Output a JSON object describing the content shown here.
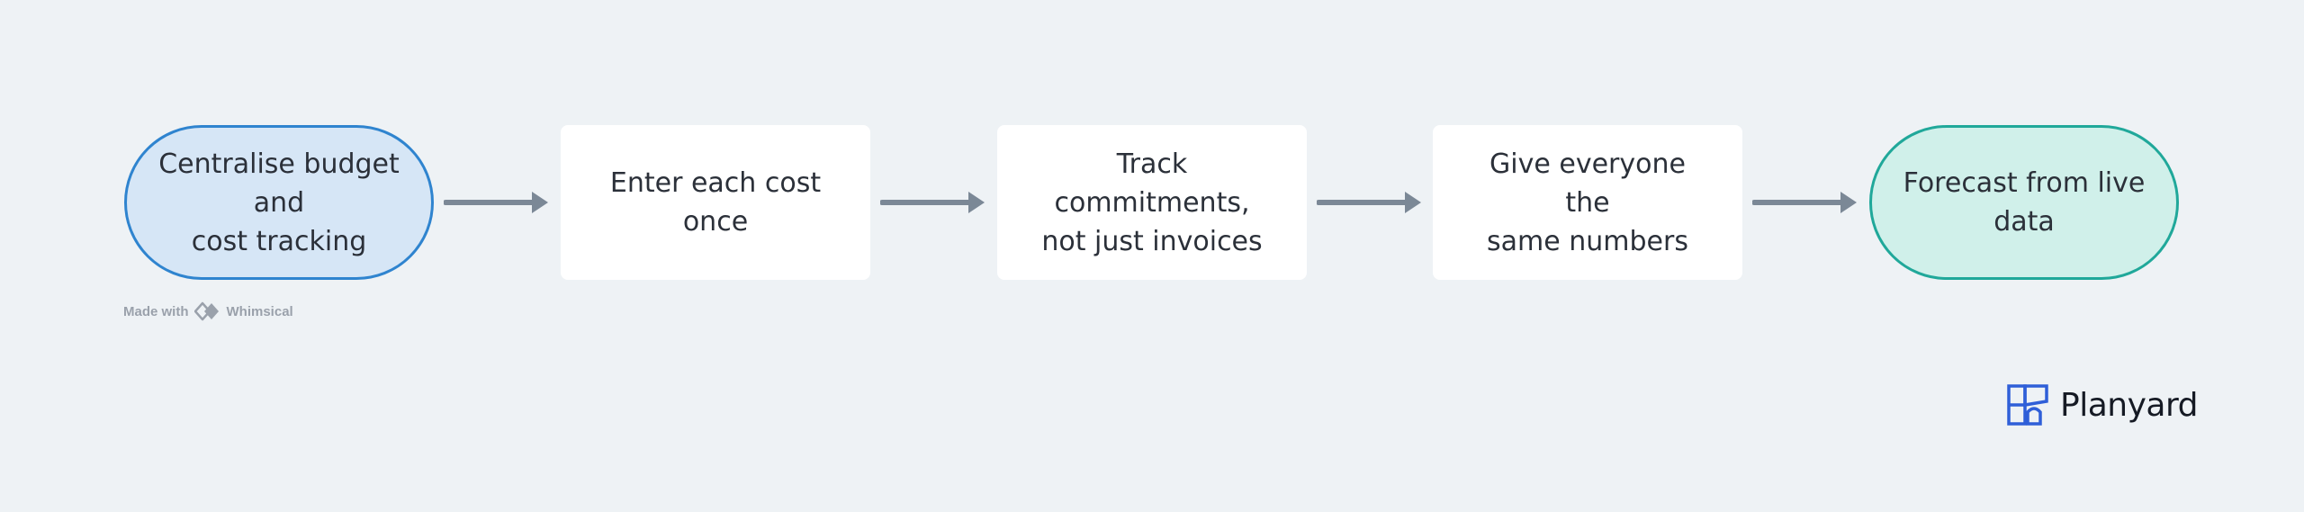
{
  "flow": {
    "steps": [
      {
        "label": "Centralise budget and\ncost tracking",
        "shape": "terminal-start"
      },
      {
        "label": "Enter each cost once",
        "shape": "box"
      },
      {
        "label": "Track commitments,\nnot just invoices",
        "shape": "box"
      },
      {
        "label": "Give everyone the\nsame numbers",
        "shape": "box"
      },
      {
        "label": "Forecast from live\ndata",
        "shape": "terminal-end"
      }
    ],
    "connector_count": 4
  },
  "watermark": {
    "prefix": "Made with",
    "brand": "Whimsical",
    "icon": "whimsical-logo-icon"
  },
  "brand": {
    "name": "Planyard",
    "icon": "planyard-logo-icon"
  },
  "colors": {
    "background": "#eef2f5",
    "start_fill": "#d6e6f6",
    "start_border": "#2f84cf",
    "end_fill": "#d0f0ea",
    "end_border": "#20a89a",
    "arrow": "#7b8896",
    "logo": "#2f5fd8"
  }
}
